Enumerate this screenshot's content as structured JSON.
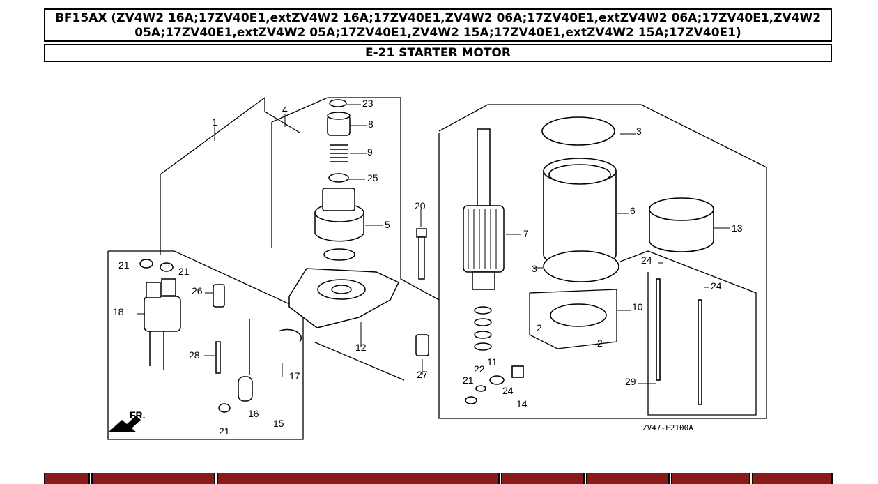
{
  "header": {
    "model_title": "BF15AX (ZV4W2 16A;17ZV40E1,extZV4W2 16A;17ZV40E1,ZV4W2 06A;17ZV40E1,extZV4W2 06A;17ZV40E1,ZV4W2 05A;17ZV40E1,extZV4W2 05A;17ZV40E1,ZV4W2 15A;17ZV40E1,extZV4W2 15A;17ZV40E1)",
    "section_title": "E-21 STARTER MOTOR"
  },
  "diagram": {
    "drawing_code": "ZV47-E2100A",
    "direction_label": "FR.",
    "callouts": [
      "1",
      "2",
      "2",
      "3",
      "3",
      "4",
      "5",
      "6",
      "7",
      "8",
      "9",
      "10",
      "11",
      "12",
      "13",
      "14",
      "15",
      "16",
      "17",
      "18",
      "20",
      "21",
      "21",
      "21",
      "21",
      "22",
      "23",
      "24",
      "24",
      "24",
      "25",
      "26",
      "27",
      "28",
      "29"
    ]
  },
  "colors": {
    "table_header": "#8b1a1a",
    "line": "#000000"
  }
}
